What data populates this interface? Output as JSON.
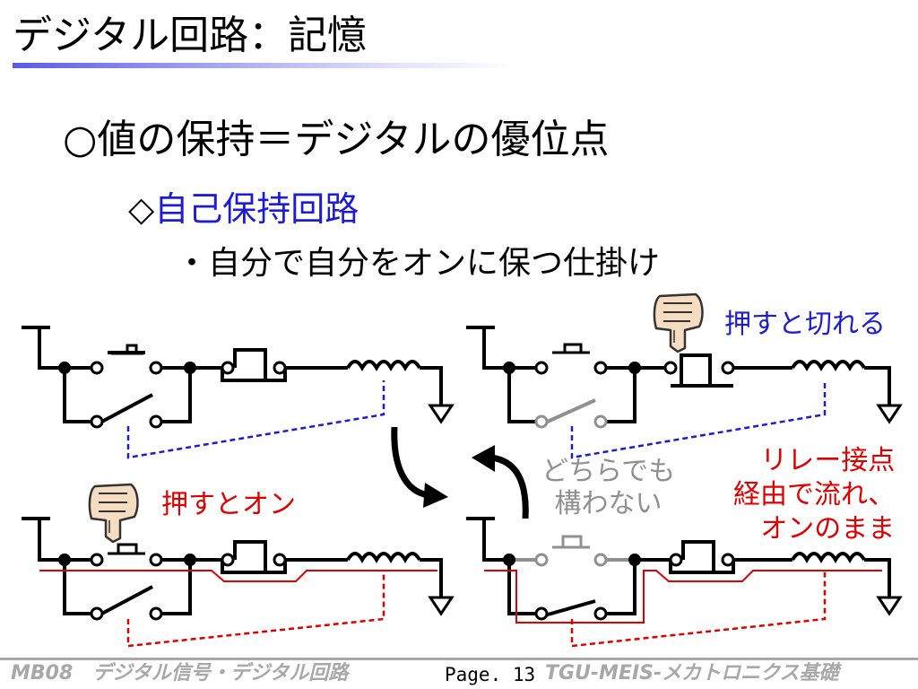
{
  "title": "デジタル回路：記憶",
  "heading": "○値の保持＝デジタルの優位点",
  "subheading": {
    "mark": "◇",
    "text": "自己保持回路"
  },
  "bullet": "・自分で自分をオンに保つ仕掛け",
  "labels": {
    "press_to_cut": "押すと切れる",
    "press_to_on": "押すとオン",
    "either_line1": "どちらでも",
    "either_line2": "構わない",
    "relay_line1": "リレー接点",
    "relay_line2": "経由で流れ、",
    "relay_line3": "オンのまま"
  },
  "footer": {
    "left": "MB08　デジタル信号・デジタル回路",
    "page": "Page. 13",
    "right": "TGU-MEIS-メカトロニクス基礎"
  },
  "colors": {
    "blue_text": "#1c1cd4",
    "red_text": "#e00000",
    "gray_text": "#909090",
    "footer_gray": "#a8a8a8",
    "title_bar": "#5a5ae6"
  },
  "icons": [
    "finger-press-icon",
    "arrow-curved-down-right-icon",
    "arrow-curved-up-left-icon"
  ]
}
